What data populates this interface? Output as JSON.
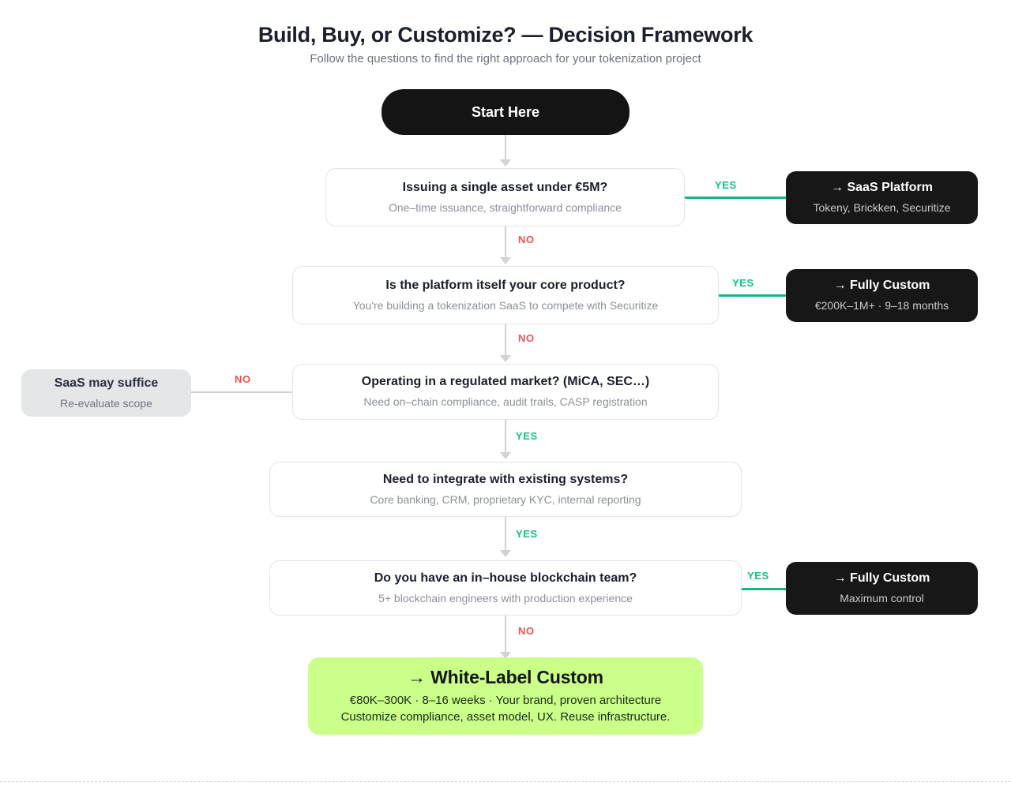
{
  "header": {
    "title": "Build, Buy, or Customize? — Decision Framework",
    "subtitle": "Follow the questions to find the right approach for your tokenization project"
  },
  "colors": {
    "yes_label": "#12c07f",
    "no_label": "#f2524f",
    "yes_connector": "#11b981",
    "connector": "#cfd2d6",
    "dark_node": "#171717",
    "muted_node": "#e5e6e8",
    "result_node": "#caff8a",
    "background": "#ffffff"
  },
  "nodes": {
    "start": {
      "title": "Start Here",
      "subtitle": ""
    },
    "q1": {
      "title": "Issuing a single asset under €5M?",
      "subtitle": "One–time issuance, straightforward compliance"
    },
    "out1": {
      "title": "→ SaaS Platform",
      "subtitle": "Tokeny, Brickken, Securitize"
    },
    "q2": {
      "title": "Is the platform itself your core product?",
      "subtitle": "You're building a tokenization SaaS to compete with Securitize"
    },
    "out2": {
      "title": "→ Fully Custom",
      "subtitle": "€200K–1M+ · 9–18 months"
    },
    "side1": {
      "title": "SaaS may suffice",
      "subtitle": "Re-evaluate scope"
    },
    "q3": {
      "title": "Operating in a regulated market? (MiCA, SEC…)",
      "subtitle": "Need on–chain compliance, audit trails, CASP registration"
    },
    "q4": {
      "title": "Need to integrate with existing systems?",
      "subtitle": "Core banking, CRM, proprietary KYC, internal reporting"
    },
    "q5": {
      "title": "Do you have an in–house blockchain team?",
      "subtitle": "5+ blockchain engineers with production experience"
    },
    "out3": {
      "title": "→ Fully Custom",
      "subtitle": "Maximum control"
    },
    "result": {
      "title": "→ White-Label Custom",
      "subtitle_line1": "€80K–300K · 8–16 weeks · Your brand, proven architecture",
      "subtitle_line2": "Customize compliance, asset model, UX. Reuse infrastructure."
    }
  },
  "branches": {
    "q1_yes": "YES",
    "q1_no": "NO",
    "q2_yes": "YES",
    "q2_no": "NO",
    "q3_no": "NO",
    "q3_yes": "YES",
    "q4_yes": "YES",
    "q5_yes": "YES",
    "q5_no": "NO"
  }
}
